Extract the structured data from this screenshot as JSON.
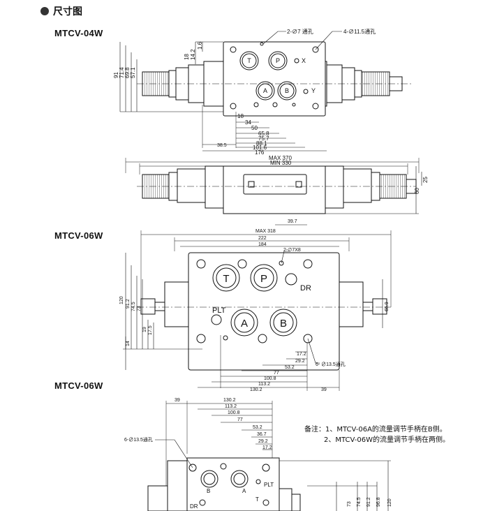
{
  "header": {
    "title": "尺寸图"
  },
  "sections": {
    "s1": "MTCV-04W",
    "s2": "MTCV-06W",
    "s3": "MTCV-06W"
  },
  "notes": {
    "line1": "备注：1、MTCV-06A的流量调节手柄在B侧。",
    "line2": "2、MTCV-06W的流量调节手柄在两侧。"
  },
  "d1": {
    "ports": [
      "T",
      "P",
      "A",
      "B",
      "X",
      "Y"
    ],
    "callout_holes": "2-∅7 通孔",
    "callout_mount": "4-∅11.5通孔",
    "vert_left": [
      "91",
      "71.4",
      "69.8",
      "57.1",
      "18",
      "14.2",
      "1.6"
    ],
    "horiz": [
      "18",
      "34",
      "50",
      "65.8",
      "75.7",
      "88.1",
      "101.6",
      "176",
      "38.5"
    ],
    "overall_max": "MAX 370",
    "overall_min": "MIN 330",
    "side_right": [
      "25",
      "60"
    ]
  },
  "d2": {
    "ports": [
      "T",
      "P",
      "A",
      "B",
      "PLT",
      "DR"
    ],
    "callout_holes": "2-∅7X8",
    "callout_mount": "6- ∅13.5通孔",
    "top_dims": [
      "MAX 318",
      "222",
      "184",
      "39.7"
    ],
    "vert_left": [
      "120",
      "91.2",
      "74.5",
      "73",
      "19",
      "17.5",
      "14"
    ],
    "vert_right": "65.9",
    "horiz": [
      "17.2",
      "29.2",
      "53.2",
      "77",
      "100.8",
      "113.2",
      "130.2",
      "39"
    ]
  },
  "d3": {
    "ports": [
      "B",
      "A",
      "T",
      "PLT",
      "DR"
    ],
    "callout_mount": "6-∅13.5通孔",
    "top_dims": [
      "39",
      "130.2",
      "113.2",
      "100.8",
      "77",
      "53.2",
      "36.7",
      "29.2",
      "17.2"
    ],
    "vert_right": [
      "73",
      "74.5",
      "91.2",
      "96.8",
      "120"
    ]
  }
}
